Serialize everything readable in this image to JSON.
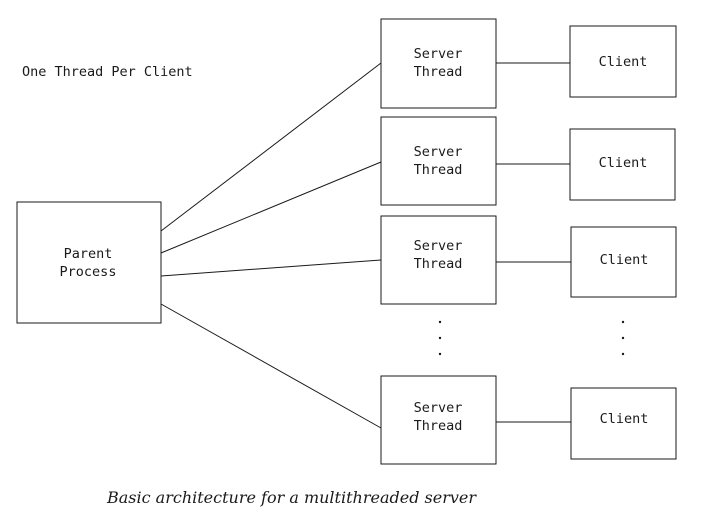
{
  "diagram": {
    "title": "One Thread Per Client",
    "caption": "Basic architecture for a multithreaded server",
    "parent": [
      "Parent",
      "Process"
    ],
    "server": [
      "Server",
      "Thread"
    ],
    "client": "Client",
    "server_count_visible": 4,
    "client_count_visible": 4,
    "ellipsis": ". . ."
  }
}
